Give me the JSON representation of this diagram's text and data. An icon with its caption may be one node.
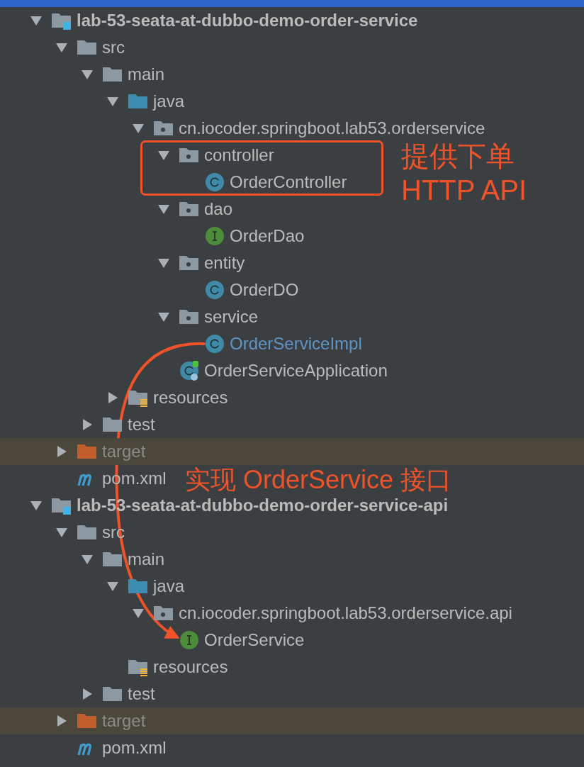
{
  "diagram": {
    "nodes": [
      {
        "text": [],
        "shape": "box",
        "beside": [
          "提供下单 HTTP API"
        ]
      },
      {
        "text": [
          "controller"
        ],
        "in": 0
      },
      {
        "text": [
          "OrderController"
        ],
        "in": 0
      },
      {
        "text": [
          "OrderServiceImpl"
        ]
      },
      {
        "text": [
          "OrderService"
        ]
      }
    ],
    "edges": [
      {
        "from": 3,
        "to": 4,
        "arrow": "to",
        "label": "实现 OrderService 接口"
      }
    ],
    "labels": [
      "lab-53-seata-at-dubbo-demo-order-service",
      "src",
      "main",
      "java",
      "cn.iocoder.springboot.lab53.orderservice",
      "dao",
      "OrderDao",
      "entity",
      "OrderDO",
      "service",
      "OrderServiceApplication",
      "resources",
      "test",
      "target",
      "pom.xml",
      "lab-53-seata-at-dubbo-demo-order-service-api",
      "src",
      "main",
      "java",
      "cn.iocoder.springboot.lab53.orderservice.api",
      "resources",
      "test",
      "target",
      "pom.xml"
    ]
  }
}
